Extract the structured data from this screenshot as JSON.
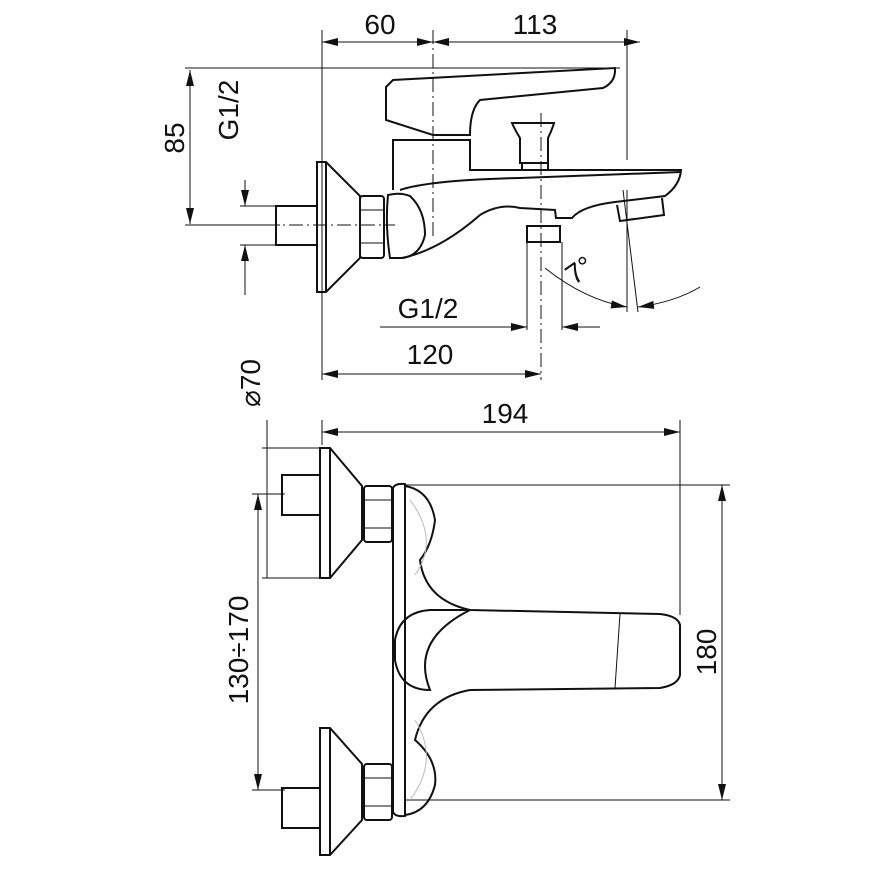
{
  "side_view": {
    "dims": {
      "offset_left": "60",
      "offset_right": "113",
      "height": "85",
      "inlet_thread": "G1/2",
      "outlet_thread": "G1/2",
      "outlet_distance": "120",
      "spout_angle": "7°"
    }
  },
  "top_view": {
    "dims": {
      "total_length": "194",
      "flange_diameter": "⌀70",
      "connection_spacing": "130÷170",
      "width": "180"
    }
  }
}
